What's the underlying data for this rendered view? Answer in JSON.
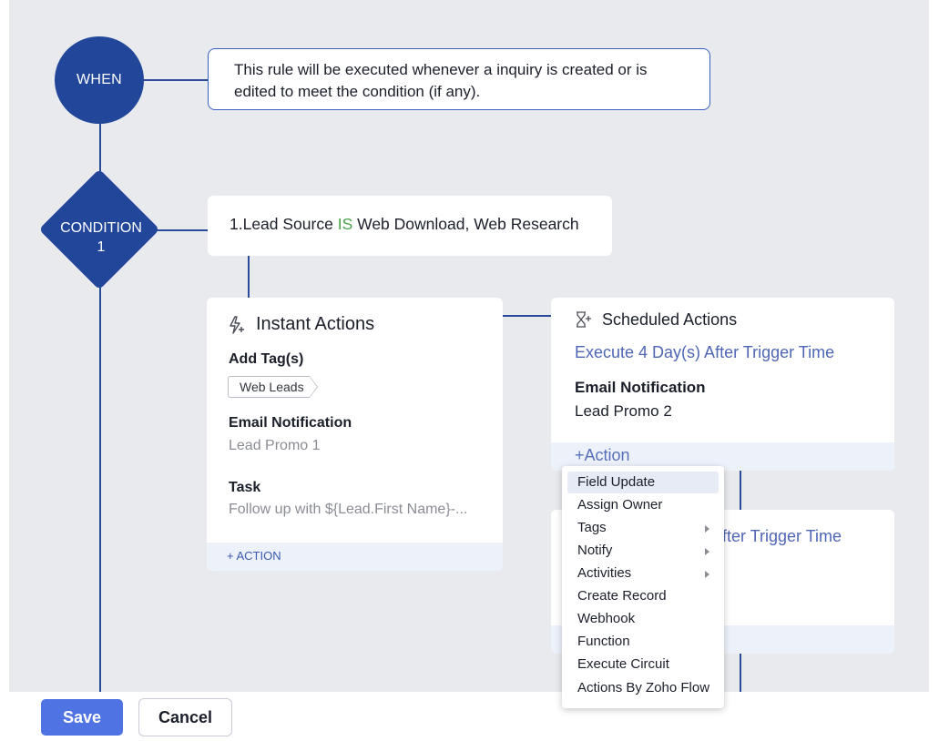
{
  "when": {
    "label": "WHEN",
    "description": "This rule will be executed whenever a inquiry is created or is edited to meet the condition (if any)."
  },
  "condition": {
    "label_line1": "CONDITION",
    "label_line2": "1",
    "prefix": "1.Lead Source ",
    "operator": "IS",
    "values": " Web Download, Web Research"
  },
  "instant": {
    "title": "Instant Actions",
    "add_tags_label": "Add Tag(s)",
    "tag": "Web Leads",
    "email_label": "Email Notification",
    "email_value": "Lead Promo 1",
    "task_label": "Task",
    "task_value": "Follow up with ${Lead.First Name}-...",
    "add_action": "+ ACTION"
  },
  "scheduled": {
    "title": "Scheduled Actions",
    "execute_text": "Execute 4 Day(s) After Trigger Time",
    "email_label": "Email Notification",
    "email_value": "Lead Promo 2",
    "add_action": "+Action"
  },
  "scheduled2": {
    "partial_text": "fter Trigger Time"
  },
  "dropdown": {
    "items": [
      {
        "label": "Field Update",
        "submenu": false
      },
      {
        "label": "Assign Owner",
        "submenu": false
      },
      {
        "label": "Tags",
        "submenu": true
      },
      {
        "label": "Notify",
        "submenu": true
      },
      {
        "label": "Activities",
        "submenu": true
      },
      {
        "label": "Create Record",
        "submenu": false
      },
      {
        "label": "Webhook",
        "submenu": false
      },
      {
        "label": "Function",
        "submenu": false
      },
      {
        "label": "Execute Circuit",
        "submenu": false
      },
      {
        "label": "Actions By Zoho Flow",
        "submenu": false
      }
    ]
  },
  "footer": {
    "save": "Save",
    "cancel": "Cancel"
  },
  "colors": {
    "node": "#22479a",
    "accent": "#4f73e3",
    "is_operator": "#4aa24a",
    "link": "#4f66b4"
  }
}
